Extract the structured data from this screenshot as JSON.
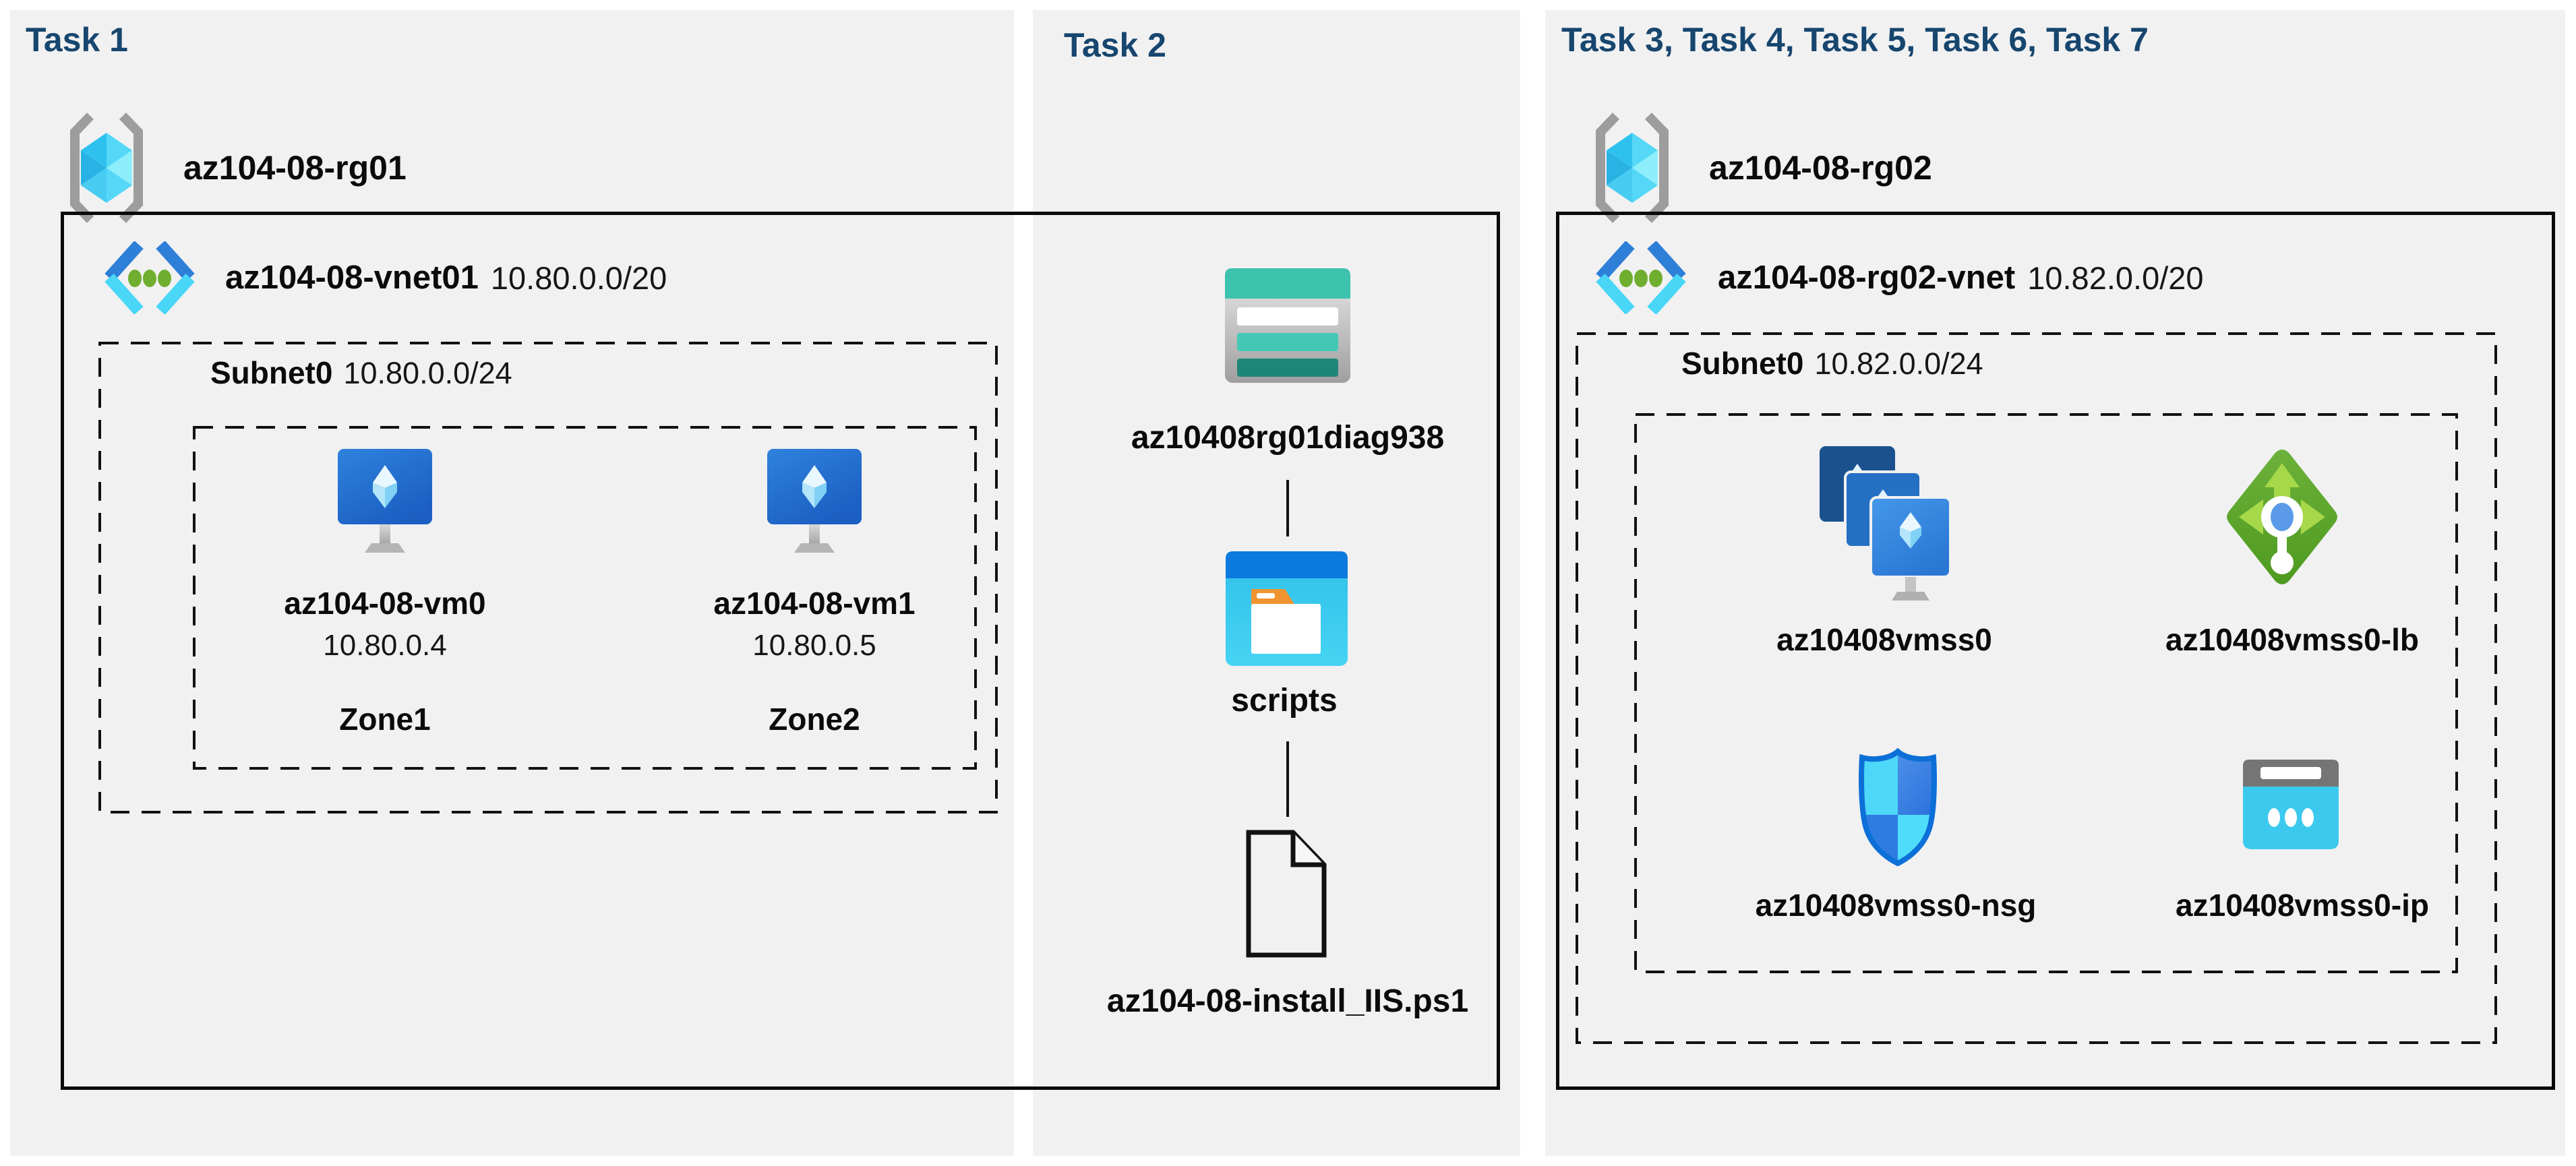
{
  "task1": {
    "title": "Task 1",
    "rg": {
      "name": "az104-08-rg01"
    },
    "vnet": {
      "name": "az104-08-vnet01",
      "cidr": "10.80.0.0/20"
    },
    "subnet": {
      "name": "Subnet0",
      "cidr": "10.80.0.0/24"
    },
    "vms": [
      {
        "name": "az104-08-vm0",
        "ip": "10.80.0.4",
        "zone": "Zone1"
      },
      {
        "name": "az104-08-vm1",
        "ip": "10.80.0.5",
        "zone": "Zone2"
      }
    ]
  },
  "task2": {
    "title": "Task 2",
    "storage_account": "az10408rg01diag938",
    "container": "scripts",
    "file": "az104-08-install_IIS.ps1"
  },
  "task3": {
    "title": "Task 3, Task 4, Task 5, Task 6, Task 7",
    "rg": {
      "name": "az104-08-rg02"
    },
    "vnet": {
      "name": "az104-08-rg02-vnet",
      "cidr": "10.82.0.0/20"
    },
    "subnet": {
      "name": "Subnet0",
      "cidr": "10.82.0.0/24"
    },
    "resources": [
      {
        "name": "az10408vmss0"
      },
      {
        "name": "az10408vmss0-lb"
      },
      {
        "name": "az10408vmss0-nsg"
      },
      {
        "name": "az10408vmss0-ip"
      }
    ]
  },
  "colors": {
    "title_navy": "#17466e",
    "panel_gray": "#f1f1f2",
    "outline_black": "#0a0a0a",
    "vnet_blue": "#2e7fd8",
    "vnet_cyan": "#49d6f7",
    "vnet_dot_green": "#6fae2e",
    "vm_blue": "#1d64c8",
    "storage_teal": "#3cc2ad",
    "container_blue": "#0b79dd",
    "container_cyan": "#38c8ef",
    "folder_orange": "#ef9430",
    "lb_green": "#5ea52c",
    "lb_arrow_green": "#a6d84a",
    "nsg_border_blue": "#0d6fd8",
    "ip_cyan": "#3cc9ee"
  }
}
